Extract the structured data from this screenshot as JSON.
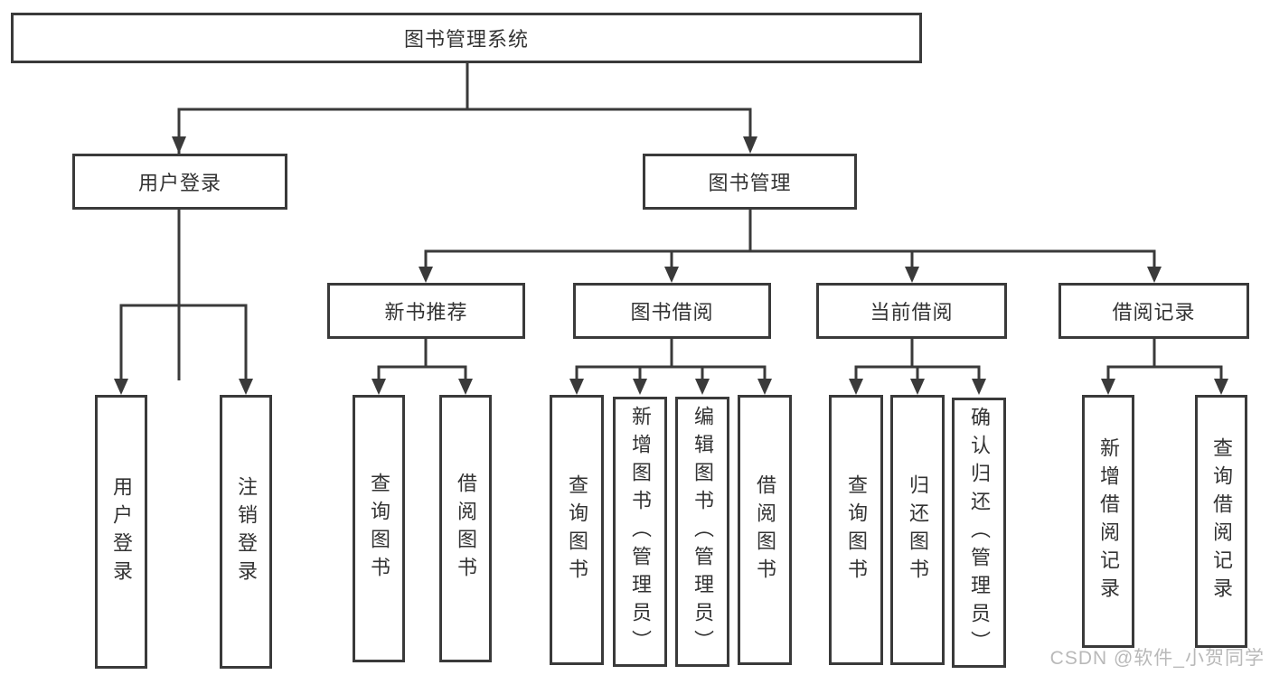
{
  "root": {
    "label": "图书管理系统"
  },
  "level2": [
    {
      "label": "用户登录"
    },
    {
      "label": "图书管理"
    }
  ],
  "level3": [
    {
      "label": "新书推荐"
    },
    {
      "label": "图书借阅"
    },
    {
      "label": "当前借阅"
    },
    {
      "label": "借阅记录"
    }
  ],
  "leaves": {
    "user_login": [
      {
        "label": "用户登录"
      },
      {
        "label": "注销登录"
      }
    ],
    "new_book_recommend": [
      {
        "label": "查询图书"
      },
      {
        "label": "借阅图书"
      }
    ],
    "book_borrowing": [
      {
        "label": "查询图书"
      },
      {
        "label": "新增图书（管理员）"
      },
      {
        "label": "编辑图书（管理员）"
      },
      {
        "label": "借阅图书"
      }
    ],
    "current_borrowing": [
      {
        "label": "查询图书"
      },
      {
        "label": "归还图书"
      },
      {
        "label": "确认归还（管理员）"
      }
    ],
    "borrowing_records": [
      {
        "label": "新增借阅记录"
      },
      {
        "label": "查询借阅记录"
      }
    ]
  },
  "watermark": {
    "text": "CSDN @软件_小贺同学"
  },
  "colors": {
    "line": "#3a3a3a",
    "text": "#333333",
    "watermark": "#b9b9b9",
    "background": "#ffffff"
  }
}
